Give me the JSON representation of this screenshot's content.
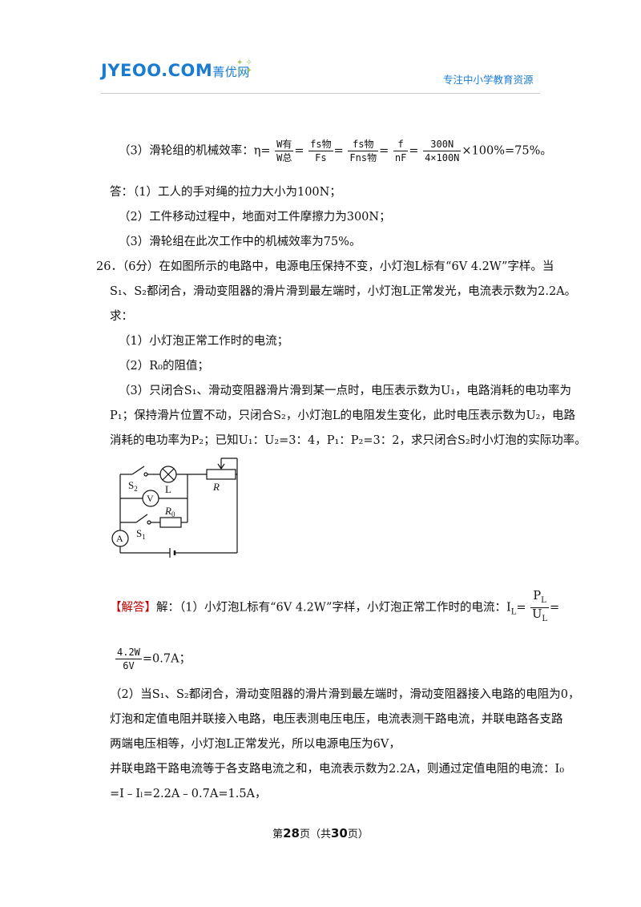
{
  "header": {
    "logo": "JYEOO.COM",
    "logo_cn": "菁优网",
    "tagline": "专注中小学教育资源"
  },
  "q25": {
    "line3_prefix": "（3）滑轮组的机械效率：η=",
    "f1_num": "W有",
    "f1_den": "W总",
    "f2_num": "fs物",
    "f2_den": "Fs",
    "f3_num": "fs物",
    "f3_den": "Fns物",
    "f4_num": "f",
    "f4_den": "nF",
    "f5_num": "300N",
    "f5_den": "4×100N",
    "line3_suffix": "×100%=75%。",
    "ans_1": "答：（1）工人的手对绳的拉力大小为100N；",
    "ans_2": "（2）工件移动过程中，地面对工件摩擦力为300N；",
    "ans_3": "（3）滑轮组在此次工作中的机械效率为75%。"
  },
  "q26": {
    "l1": "26．（6分）在如图所示的电路中，电源电压保持不变，小灯泡L标有“6V 4.2W”字样。当",
    "l2": "S₁、S₂都闭合，滑动变阻器的滑片滑到最左端时，小灯泡L正常发光，电流表示数为2.2A。",
    "l3": "求：",
    "l4": "（1）小灯泡正常工作时的电流；",
    "l5": "（2）R₀的阻值；",
    "l6": "（3）只闭合S₁、滑动变阻器滑片滑到某一点时，电压表示数为U₁，电路消耗的电功率为",
    "l7": "P₁；保持滑片位置不动，只闭合S₂，小灯泡L的电阻发生变化，此时电压表示数为U₂，电路",
    "l8": "消耗的电功率为P₂；已知U₁：U₂=3：4，P₁：P₂=3：2，求只闭合S₂时小灯泡的实际功率。"
  },
  "circuit": {
    "s2": "S",
    "s2_sub": "2",
    "l": "L",
    "r": "R",
    "v": "V",
    "s1": "S",
    "s1_sub": "1",
    "r0": "R",
    "r0_sub": "0",
    "a": "A"
  },
  "solution": {
    "tag": "【解答】",
    "l1_text": "解：（1）小灯泡L标有“6V 4.2W”字样，小灯泡正常工作时的电流：I",
    "l1_sub": "L",
    "l1_eq": "=",
    "fPL_num": "P",
    "fPL_num_sub": "L",
    "fPL_den": "U",
    "fPL_den_sub": "L",
    "l1_tail": "=",
    "f42_num": "4.2W",
    "f42_den": "6V",
    "l2_tail": "=0.7A；",
    "l3": "（2）当S₁、S₂都闭合，滑动变阻器的滑片滑到最左端时，滑动变阻器接入电路的电阻为0，",
    "l4": "灯泡和定值电阻并联接入电路，电压表测电压电压，电流表测干路电流，并联电路各支路",
    "l5": "两端电压相等，小灯泡L正常发光，所以电源电压为6V，",
    "l6": "并联电路干路电流等于各支路电流之和，电流表示数为2.2A，则通过定值电阻的电流：I₀",
    "l7": "=I﹣Iₗ=2.2A﹣0.7A=1.5A，"
  },
  "footer": {
    "pre": "第",
    "page": "28",
    "mid": "页（共",
    "total": "30",
    "post": "页）"
  }
}
